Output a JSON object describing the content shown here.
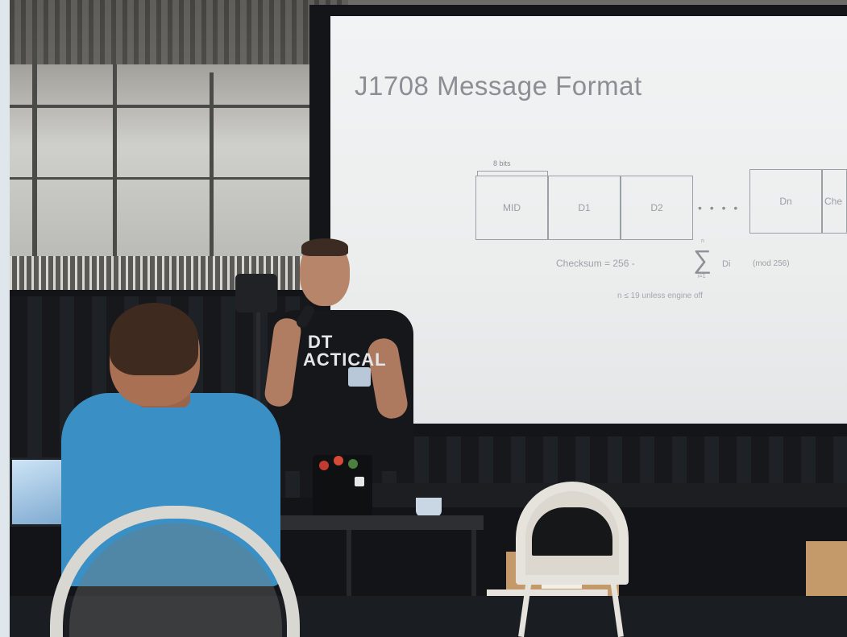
{
  "slide": {
    "title": "J1708 Message Format",
    "bits_label": "8 bits",
    "fields": [
      "MID",
      "D1",
      "D2",
      "Dn",
      "Che"
    ],
    "ellipsis": "• • • •",
    "checksum_prefix": "Checksum = 256 -",
    "sigma": "∑",
    "sigma_upper": "n",
    "sigma_lower": "i=1",
    "sigma_term": "Di",
    "sigma_mod": "(mod 256)",
    "note": "n ≤ 19  unless engine off"
  },
  "presenter": {
    "shirt_line1": "DT",
    "shirt_line2": "ACTICAL"
  },
  "scene": {
    "box_label": "_ _ _ _",
    "colors": {
      "screen": "#eef0f1",
      "audience_shirt": "#3a8fc4",
      "presenter_shirt": "#16171a",
      "chair": "#dcd8d0"
    }
  }
}
